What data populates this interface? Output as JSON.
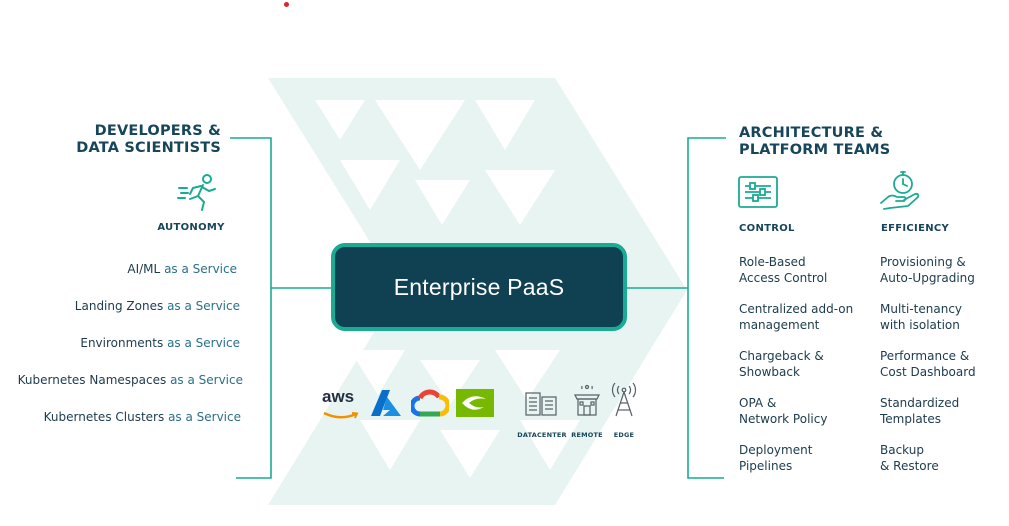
{
  "left": {
    "heading_line1": "DEVELOPERS &",
    "heading_line2": "DATA SCIENTISTS",
    "category": "AUTONOMY",
    "icon": "running-person-icon",
    "services": [
      {
        "name": "AI/ML",
        "suffix": "as a Service"
      },
      {
        "name": "Landing Zones",
        "suffix": "as a Service"
      },
      {
        "name": "Environments",
        "suffix": "as a Service"
      },
      {
        "name": "Kubernetes Namespaces",
        "suffix": "as a Service"
      },
      {
        "name": "Kubernetes Clusters",
        "suffix": "as a Service"
      }
    ]
  },
  "center": {
    "title": "Enterprise PaaS",
    "providers": [
      "aws-logo",
      "azure-logo",
      "google-cloud-logo",
      "nvidia-logo"
    ],
    "aws_text": "aws",
    "locations": [
      "DATACENTER",
      "REMOTE",
      "EDGE"
    ]
  },
  "right": {
    "heading_line1": "ARCHITECTURE &",
    "heading_line2": "PLATFORM TEAMS",
    "control": {
      "label": "CONTROL",
      "icon": "sliders-icon",
      "items": [
        "Role-Based\nAccess Control",
        "Centralized add-on\nmanagement",
        "Chargeback &\nShowback",
        "OPA &\nNetwork Policy",
        "Deployment\nPipelines"
      ]
    },
    "efficiency": {
      "label": "EFFICIENCY",
      "icon": "hand-stopwatch-icon",
      "items": [
        "Provisioning &\nAuto-Upgrading",
        "Multi-tenancy\nwith isolation",
        "Performance &\nCost Dashboard",
        "Standardized\nTemplates",
        "Backup\n& Restore"
      ]
    }
  },
  "colors": {
    "accent": "#1aab94",
    "dark": "#0f4152",
    "text": "#17455a",
    "bg_pattern": "#e3f2ef"
  }
}
